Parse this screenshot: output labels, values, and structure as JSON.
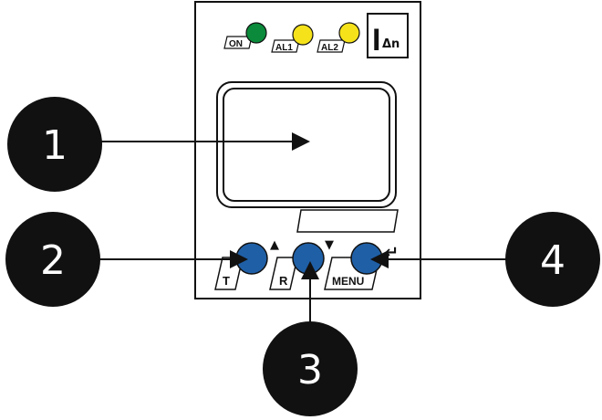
{
  "device": {
    "leds": [
      {
        "label": "ON",
        "color": "#0a8a3a"
      },
      {
        "label": "AL1",
        "color": "#f5e21a"
      },
      {
        "label": "AL2",
        "color": "#f5e21a"
      }
    ],
    "symbol_main": "I",
    "symbol_sub": "Δn",
    "buttons": [
      {
        "label": "T",
        "arrow": "▲"
      },
      {
        "label": "R",
        "arrow": "▼"
      },
      {
        "label": "MENU",
        "arrow": "↵"
      }
    ],
    "button_color": "#1f5fa6"
  },
  "callouts": [
    {
      "number": "1"
    },
    {
      "number": "2"
    },
    {
      "number": "3"
    },
    {
      "number": "4"
    }
  ]
}
